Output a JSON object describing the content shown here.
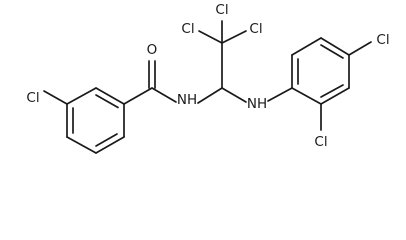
{
  "structure": {
    "atom_labels": {
      "cl_ring_a": "Cl",
      "oxygen": "O",
      "amide_nh": "NH",
      "cl3_left": "Cl",
      "cl3_right": "Cl",
      "cl3_bottom": "Cl",
      "amine_nh": "NH",
      "cl_ring_b_para": "Cl",
      "cl_ring_b_ortho": "Cl"
    }
  },
  "colors": {
    "bond": "#1a1a1a",
    "label": "#1a1a1a",
    "background": "#ffffff"
  }
}
